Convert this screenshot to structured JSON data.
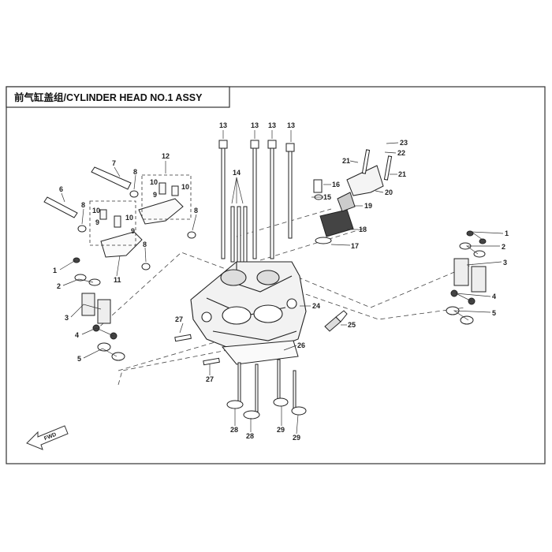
{
  "title": "前气缸盖组/CYLINDER HEAD NO.1 ASSY",
  "fwd_label": "FWD",
  "line_color": "#222222",
  "callouts": [
    {
      "id": "c1a",
      "text": "1"
    },
    {
      "id": "c1b",
      "text": "1"
    },
    {
      "id": "c2a",
      "text": "2"
    },
    {
      "id": "c2b",
      "text": "2"
    },
    {
      "id": "c3a",
      "text": "3"
    },
    {
      "id": "c3b",
      "text": "3"
    },
    {
      "id": "c4a",
      "text": "4"
    },
    {
      "id": "c4b",
      "text": "4"
    },
    {
      "id": "c5a",
      "text": "5"
    },
    {
      "id": "c5b",
      "text": "5"
    },
    {
      "id": "c6",
      "text": "6"
    },
    {
      "id": "c7",
      "text": "7"
    },
    {
      "id": "c8a",
      "text": "8"
    },
    {
      "id": "c8b",
      "text": "8"
    },
    {
      "id": "c8c",
      "text": "8"
    },
    {
      "id": "c8d",
      "text": "8"
    },
    {
      "id": "c9a",
      "text": "9"
    },
    {
      "id": "c9b",
      "text": "9"
    },
    {
      "id": "c9c",
      "text": "9"
    },
    {
      "id": "c10a",
      "text": "10"
    },
    {
      "id": "c10b",
      "text": "10"
    },
    {
      "id": "c10c",
      "text": "10"
    },
    {
      "id": "c10d",
      "text": "10"
    },
    {
      "id": "c11",
      "text": "11"
    },
    {
      "id": "c12",
      "text": "12"
    },
    {
      "id": "c13a",
      "text": "13"
    },
    {
      "id": "c13b",
      "text": "13"
    },
    {
      "id": "c13c",
      "text": "13"
    },
    {
      "id": "c13d",
      "text": "13"
    },
    {
      "id": "c14",
      "text": "14"
    },
    {
      "id": "c15",
      "text": "15"
    },
    {
      "id": "c16",
      "text": "16"
    },
    {
      "id": "c17",
      "text": "17"
    },
    {
      "id": "c18",
      "text": "18"
    },
    {
      "id": "c19",
      "text": "19"
    },
    {
      "id": "c20",
      "text": "20"
    },
    {
      "id": "c21a",
      "text": "21"
    },
    {
      "id": "c21b",
      "text": "21"
    },
    {
      "id": "c22",
      "text": "22"
    },
    {
      "id": "c23",
      "text": "23"
    },
    {
      "id": "c24",
      "text": "24"
    },
    {
      "id": "c25",
      "text": "25"
    },
    {
      "id": "c26",
      "text": "26"
    },
    {
      "id": "c27a",
      "text": "27"
    },
    {
      "id": "c27b",
      "text": "27"
    },
    {
      "id": "c28a",
      "text": "28"
    },
    {
      "id": "c28b",
      "text": "28"
    },
    {
      "id": "c29a",
      "text": "29"
    },
    {
      "id": "c29b",
      "text": "29"
    }
  ]
}
